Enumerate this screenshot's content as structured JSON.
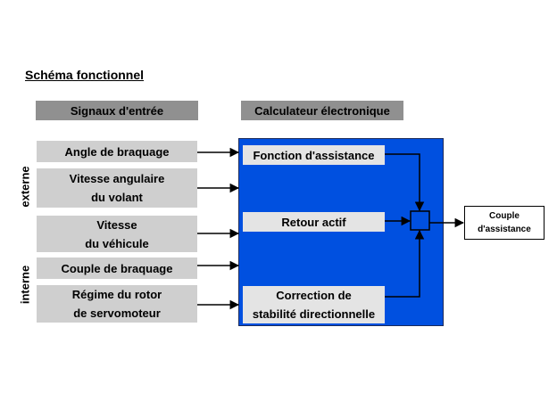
{
  "title": "Schéma fonctionnel",
  "headers": {
    "inputs": "Signaux d'entrée",
    "calculator": "Calculateur électronique"
  },
  "side_labels": {
    "externe": "externe",
    "interne": "interne"
  },
  "inputs": [
    {
      "lines": [
        "Angle de braquage"
      ]
    },
    {
      "lines": [
        "Vitesse angulaire",
        "du volant"
      ]
    },
    {
      "lines": [
        "Vitesse",
        "du véhicule"
      ]
    },
    {
      "lines": [
        "Couple de braquage"
      ]
    },
    {
      "lines": [
        "Régime du rotor",
        "de servomoteur"
      ]
    }
  ],
  "functions": [
    {
      "lines": [
        "Fonction d'assistance"
      ]
    },
    {
      "lines": [
        "Retour actif"
      ]
    },
    {
      "lines": [
        "Correction de",
        "stabilité directionnelle"
      ]
    }
  ],
  "output": {
    "lines": [
      "Couple",
      "d'assistance"
    ]
  },
  "colors": {
    "header_bg": "#909090",
    "input_bg": "#cfcfcf",
    "calculator_bg": "#0050e0",
    "function_bg": "#e4e4e4"
  }
}
